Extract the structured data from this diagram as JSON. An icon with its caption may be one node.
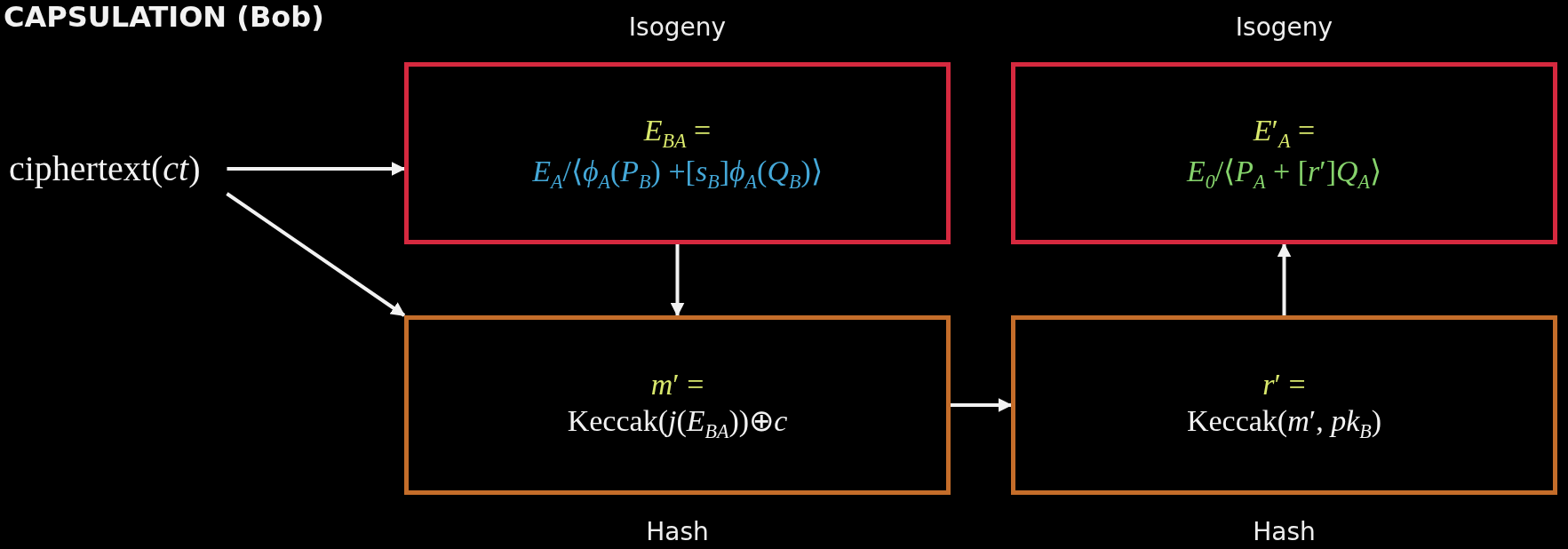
{
  "diagram": {
    "title": "CAPSULATION (Bob)",
    "nodes": [
      {
        "text": [
          "ciphertext(*ct*)"
        ]
      },
      {
        "text": [
          "Isogeny",
          "*E*$_{BA}$ =",
          "*E*$_{A}$/⟨*ϕ*$_{A}$(*P*$_{B}$) +[*s*$_{B}$]*ϕ*$_{A}$(*Q*$_{B}$)⟩"
        ]
      },
      {
        "text": [
          "Isogeny",
          "*E*′$_{A}$ =",
          "*E*$_{0}$/⟨*P*$_{A}$ + [*r*′]*Q*$_{A}$⟩"
        ]
      },
      {
        "text": [
          "*m*′ =",
          "Keccak(*j*(*E*$_{BA}$))⊕*c*",
          "Hash"
        ]
      },
      {
        "text": [
          "*r*′ =",
          "Keccak(*m*′, *pk*$_{B}$)",
          "Hash"
        ]
      }
    ],
    "edges": [
      {
        "from": 0,
        "to": 1,
        "arrow": "to"
      },
      {
        "from": 0,
        "to": 3,
        "arrow": "to"
      },
      {
        "from": 1,
        "to": 3,
        "arrow": "to"
      },
      {
        "from": 3,
        "to": 4,
        "arrow": "to"
      },
      {
        "from": 4,
        "to": 2,
        "arrow": "to"
      }
    ]
  }
}
